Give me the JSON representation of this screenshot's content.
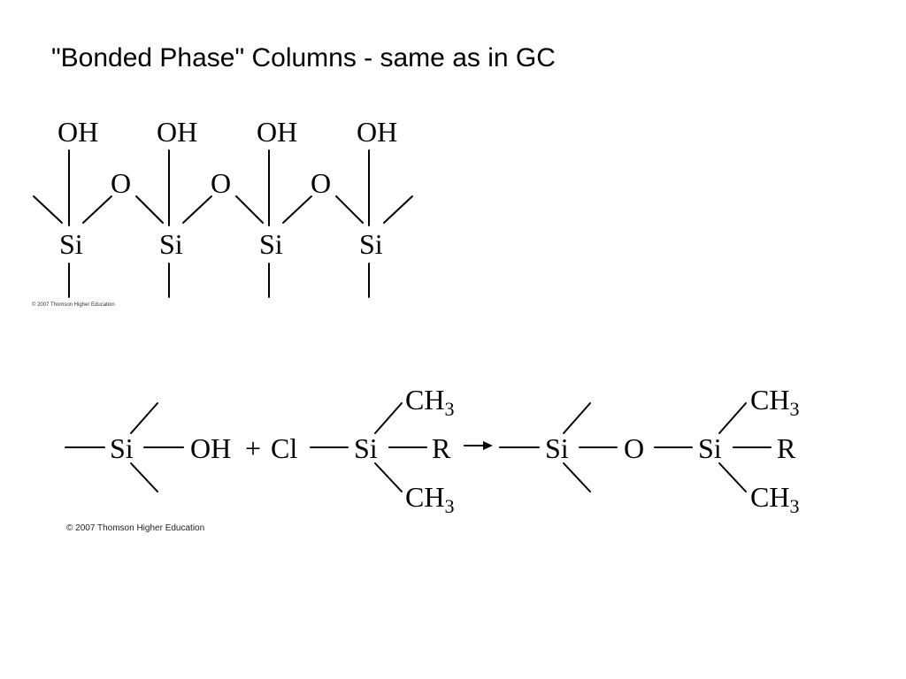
{
  "slide": {
    "title": "\"Bonded Phase\" Columns - same as in GC"
  },
  "silica_surface": {
    "hydroxyl_labels": [
      "OH",
      "OH",
      "OH",
      "OH"
    ],
    "bridge_labels": [
      "O",
      "O",
      "O"
    ],
    "silicon_labels": [
      "Si",
      "Si",
      "Si",
      "Si"
    ],
    "credit": "© 2007 Thomson Higher Education"
  },
  "reaction": {
    "si_1": "Si",
    "oh": "OH",
    "plus": "+",
    "cl": "Cl",
    "si_2": "Si",
    "r_1": "R",
    "ch3_top_1": "CH",
    "ch3_bottom_1": "CH",
    "si_3": "Si",
    "o": "O",
    "si_4": "Si",
    "r_2": "R",
    "ch3_top_2": "CH",
    "ch3_bottom_2": "CH",
    "subscript": "3",
    "credit": "© 2007 Thomson Higher Education"
  }
}
